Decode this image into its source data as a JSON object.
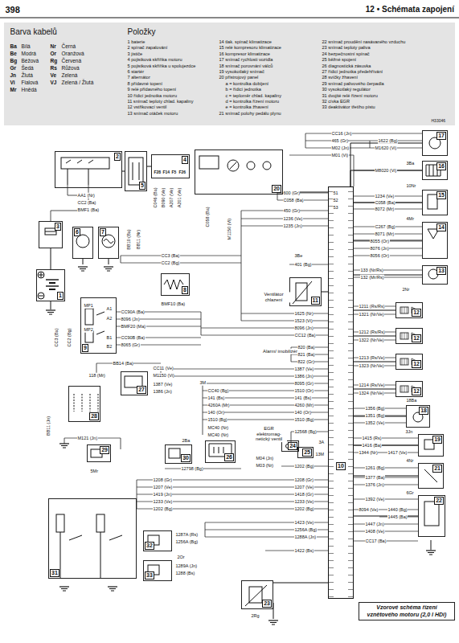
{
  "diagram": {
    "title": "12 • Schémata zapojení",
    "caption": "Vzorové schéma řízení vznětového motoru (2,0 l HDi)",
    "nodes": [
      {
        "text": [
          "1"
        ]
      },
      {
        "text": [
          "2"
        ]
      },
      {
        "text": [
          "5"
        ]
      },
      {
        "text": [
          "4"
        ]
      },
      {
        "text": [
          "20"
        ]
      },
      {
        "text": [
          "17"
        ]
      },
      {
        "text": [
          "16"
        ]
      },
      {
        "text": [
          "15"
        ]
      },
      {
        "text": [
          "14"
        ]
      },
      {
        "text": [
          "13"
        ]
      },
      {
        "text": [
          "12"
        ]
      },
      {
        "text": [
          "12"
        ]
      },
      {
        "text": [
          "12"
        ]
      },
      {
        "text": [
          "12"
        ]
      },
      {
        "text": [
          "18"
        ]
      },
      {
        "text": [
          "19"
        ]
      },
      {
        "text": [
          "21"
        ]
      },
      {
        "text": [
          "22"
        ]
      },
      {
        "text": [
          "3"
        ]
      },
      {
        "text": [
          "6"
        ]
      },
      {
        "text": [
          "7"
        ]
      },
      {
        "text": [
          "8"
        ]
      },
      {
        "text": [
          "9"
        ]
      },
      {
        "text": [
          "11"
        ]
      },
      {
        "text": [
          "27"
        ]
      },
      {
        "text": [
          "28"
        ]
      },
      {
        "text": [
          "29"
        ]
      },
      {
        "text": [
          "30"
        ]
      },
      {
        "text": [
          "26"
        ]
      },
      {
        "text": [
          "24"
        ]
      },
      {
        "text": [
          "25"
        ]
      },
      {
        "text": [
          "31"
        ]
      },
      {
        "text": [
          "32"
        ]
      },
      {
        "text": [
          "33"
        ]
      },
      {
        "text": [
          "23"
        ]
      },
      {
        "text": [
          "10"
        ]
      }
    ],
    "edges": [
      {
        "from": 35,
        "to": 5,
        "arrow": "none"
      },
      {
        "from": 35,
        "to": 6,
        "arrow": "none"
      },
      {
        "from": 35,
        "to": 7,
        "arrow": "none"
      },
      {
        "from": 35,
        "to": 8,
        "arrow": "none"
      },
      {
        "from": 35,
        "to": 9,
        "arrow": "none"
      },
      {
        "from": 35,
        "to": 10,
        "arrow": "none"
      },
      {
        "from": 35,
        "to": 11,
        "arrow": "none"
      },
      {
        "from": 35,
        "to": 12,
        "arrow": "none"
      },
      {
        "from": 35,
        "to": 13,
        "arrow": "none"
      },
      {
        "from": 35,
        "to": 14,
        "arrow": "none"
      },
      {
        "from": 35,
        "to": 15,
        "arrow": "none"
      },
      {
        "from": 35,
        "to": 16,
        "arrow": "none"
      },
      {
        "from": 35,
        "to": 17,
        "arrow": "none"
      },
      {
        "from": 35,
        "to": 23,
        "arrow": "none"
      },
      {
        "from": 4,
        "to": 35,
        "arrow": "none"
      },
      {
        "from": 34,
        "to": 35,
        "arrow": "none"
      },
      {
        "from": 0,
        "to": 18,
        "arrow": "none"
      },
      {
        "from": 1,
        "to": 2,
        "arrow": "none"
      },
      {
        "from": 2,
        "to": 3,
        "arrow": "none"
      }
    ],
    "labels": [
      "398",
      "Barva kabelů",
      "Ba",
      "Bílá",
      "Nr",
      "Černá",
      "Be",
      "Modrá",
      "Or",
      "Oranžová",
      "Bg",
      "Béžová",
      "Rg",
      "Červená",
      "Gr",
      "Šedá",
      "Rs",
      "Růžová",
      "Jn",
      "Žlutá",
      "Ve",
      "Zelená",
      "Vi",
      "Fialová",
      "VJ",
      "Zelená / Žlutá",
      "Mr",
      "Hnědá",
      "Položky",
      "1 baterie",
      "2 spínač zapalování",
      "3 jističe",
      "4 pojistková skříňka motoru",
      "5 pojistková skříňka u spolujezdce",
      "6 startér",
      "7 alternátor",
      "8 přídavné topení",
      "9 relé přídavného topení",
      "10 řídicí jednotka motoru",
      "11 snímač teploty chlad. kapaliny",
      "12 vstřikovací ventil",
      "13 snímač otáček motoru",
      "14 tlak. spínač klimatizace",
      "15 relé kompresoru klimatizace",
      "16 kompresor klimatizace",
      "17 snímač rychlosti vozidla",
      "18 snímač porovnání válců",
      "19 vysokotlaký snímač",
      "20 přístrojový panel",
      "a = kontrolka dobíjení",
      "b = řídicí jednotka",
      "c = teploměr chlad. kapaliny",
      "d = kontrolka řízení motoru",
      "e = kontrolka žhavení",
      "21 snímač polohy pedálu plynu",
      "22 snímač proudění nasávaného vzduchu",
      "23 snímač teploty paliva",
      "24 bezpečnostní spínač",
      "25 běžné spojení",
      "26 diagnostická zásuvka",
      "27 řídicí jednotka předehřívání",
      "28 svíčky žhavení",
      "29 snímač palivového čerpadla",
      "30 vysokotlaký regulátor",
      "31 dvojité relé řízení motoru",
      "32 cívka EGR",
      "33 deaktivátor třetího pístu",
      "H33046",
      "CC16 (Jn)",
      "465 (Gr)",
      "1622 (Bg)",
      "M02 (Jn)",
      "M1620 (Vi)",
      "M01 (Vi)",
      "3Ba",
      "M8020 (Vi)",
      "10Nr",
      "1234 (Ve)",
      "C058 (Ba)",
      "8072 (Mr)",
      "4Mr",
      "C267 (Bg)",
      "8071 (Mr)",
      "8055 (Or)",
      "8076 (Jn)",
      "8056 (Or)",
      "133 (Nr/Rs)",
      "132 (Mr/Rs)",
      "2Nr",
      "1211 (Rs/Rs)",
      "1321 (Nr/Ve)",
      "1212 (Rs/Rs)",
      "1322 (Nr/Ve)",
      "1213 (Rs/Ve)",
      "1323 (Nr/Ve)",
      "1214 (Rs/Ve)",
      "1324 (Nr/Ve)",
      "18Ba",
      "1356 (Bg)",
      "1351 (Bg)",
      "1352 (Ve)",
      "3Jn",
      "1415 (Rs)",
      "1416 (Ba)",
      "1344 (Nr)",
      "1417 (Ve)",
      "4Nr",
      "1261 (Bg)",
      "1377 (Ba)",
      "1376 (Jn)",
      "6Gr",
      "1392 (Ve)",
      "8094 (Ve)",
      "1440 (Bg)",
      "1445 (Ba)",
      "1447 (Jn)",
      "1408 (Ve)",
      "CC17 (Ba)",
      "600 (Gr)",
      "C058 (Ba)",
      "450 (Gr)",
      "1236 (Ve)",
      "1235 (Jn)",
      "3Be",
      "401 (Bg)",
      "Ventilátor chlazení",
      "1625 (Nr)",
      "1523 (Vi)",
      "8096 (Jn)",
      "CC12 (Ba)",
      "Alarm/ imobilizér",
      "820 (Ba)",
      "821 (Ba)",
      "822 (Gr)",
      "1387 (Ve)",
      "1386 (Jn)",
      "8095 (Gr)",
      "1510 (Or)",
      "141 (Bs)",
      "4260 (Mr)",
      "140 (Or)",
      "1510 (Bg)",
      "EGR elektromag- netický ventil",
      "12568 (Bg)",
      "3A",
      "13M",
      "1202 (Bg)",
      "1208 (Gr)",
      "1207 (Ve)",
      "1418 (Gr)",
      "1233 (Ve)",
      "1202 (Bg)",
      "1423 (Ve)",
      "1256A (Bg)",
      "1288A (Jn)",
      "1422 (Bs)",
      "1208 (Gr)",
      "1207 (Ve)",
      "1419 (Jn)",
      "1233 (Ve)",
      "1202 (Bg)",
      "1287A (Rs)",
      "1256A (Bg)",
      "2Or",
      "1289A (Jn)",
      "1288 (Bs)",
      "2Rg",
      "2Ba",
      "12798 (Bg)",
      "M04 (Jn)",
      "M03 (Nr)",
      "M121 (Jn)",
      "5Mr",
      "3M",
      "CC40 (Bg)",
      "141 (Bs)",
      "4260A (Mr)",
      "140 (Or)",
      "1510 (Bg)",
      "MC40 (Nr)",
      "MC40 (Nr)",
      "CC11 (Ve)",
      "M1150 (Vi)",
      "118 (Mr)",
      "1387 (Ve)",
      "1386 (Jn)",
      "BB14 (Ba)",
      "BMF10 (Ba)",
      "MP1",
      "MP2",
      "A1",
      "A2",
      "B1",
      "B2",
      "CC90A (Ba)",
      "8096 (Jn)",
      "BMF20 (Ma)",
      "CC90B (Ba)",
      "8065 (Gr)",
      "CC3 (Ba)",
      "CC2 (Bg)",
      "AA1 (Nr)",
      "CC2 (Ba)",
      "BMF1 (Ba)",
      "BB10 (Ba)",
      "BB11 (Nr)",
      "CC3 (Ba)",
      "CC2 (Bg)",
      "BB11 (Jn)",
      "F28",
      "F14",
      "F5",
      "F26",
      "C046 (Ba)",
      "B090 (Ve)",
      "A207 (Ve)",
      "A201 (Ve)",
      "C058 (Ba)",
      "M1150 (Vi)",
      "51",
      "52",
      "53"
    ]
  }
}
